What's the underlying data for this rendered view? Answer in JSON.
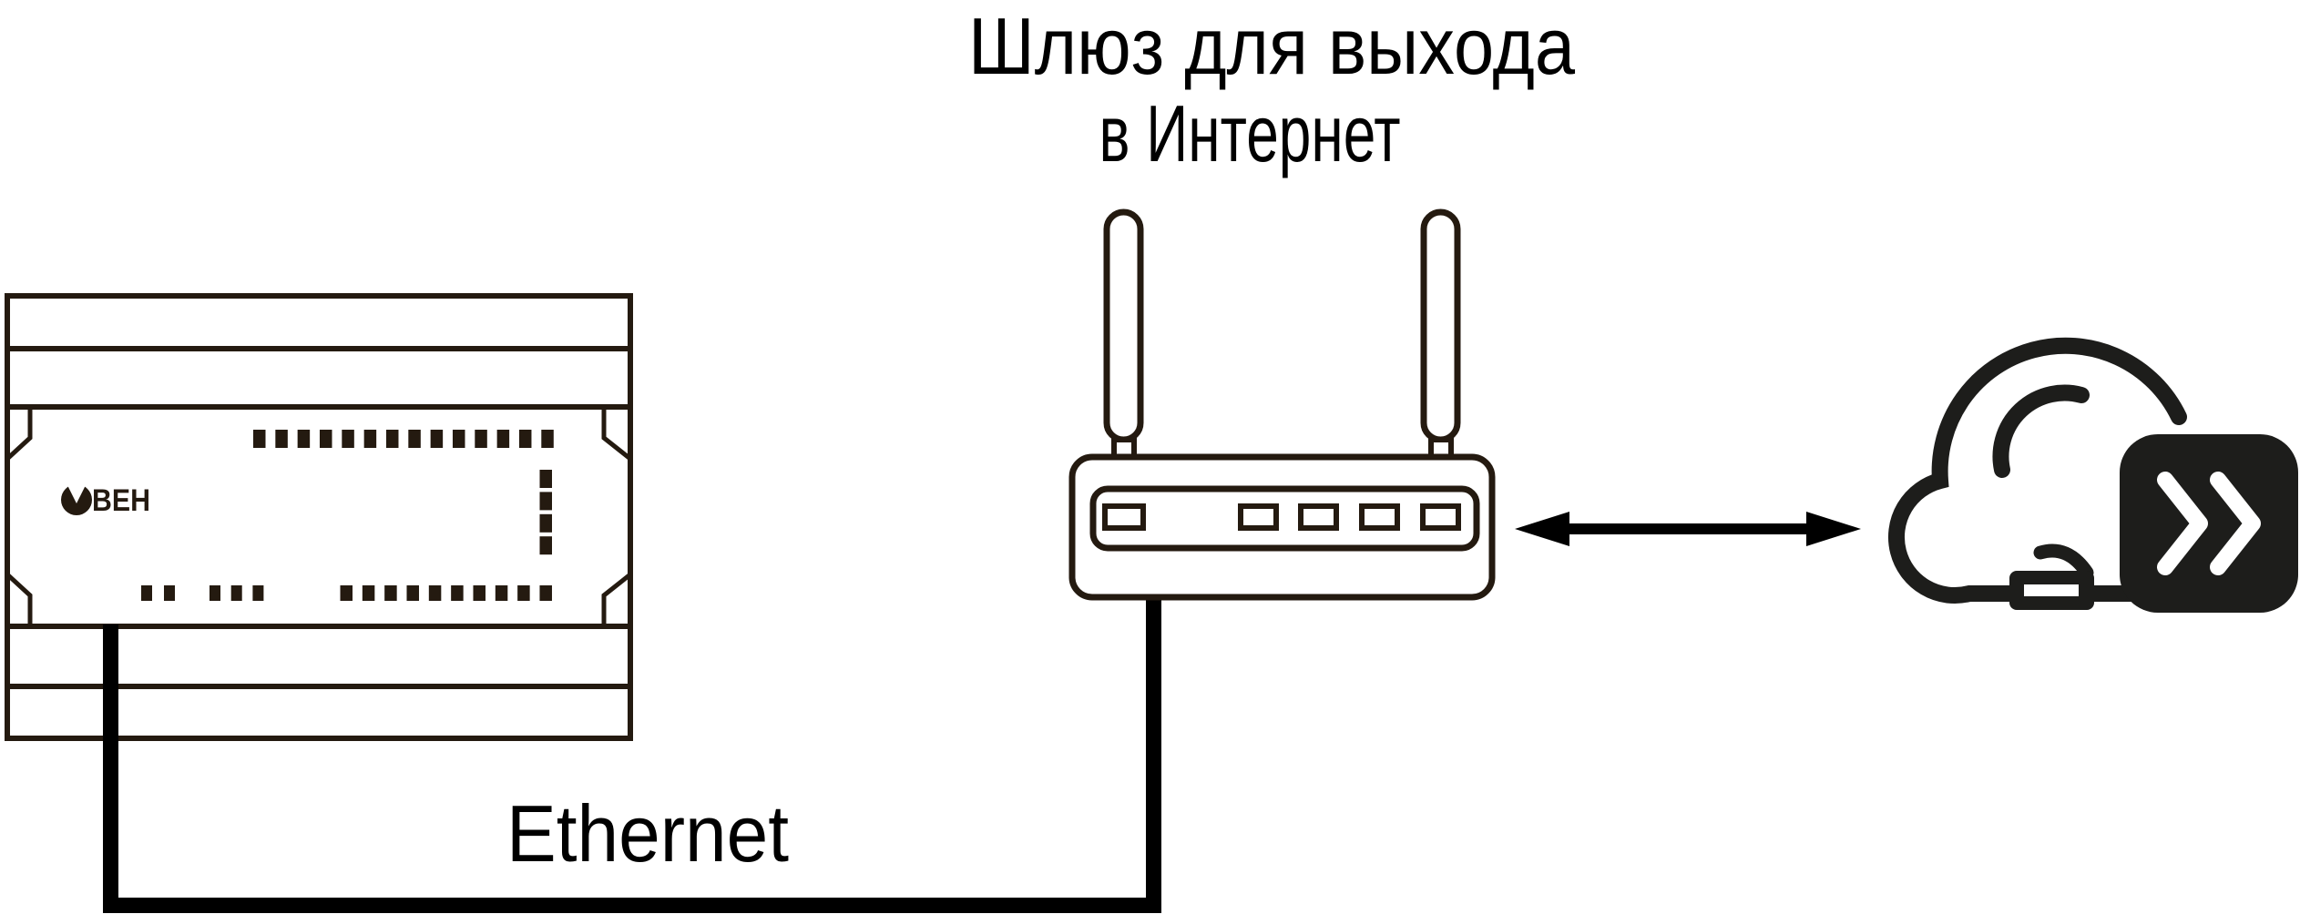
{
  "title": {
    "line1": "Шлюз для выхода",
    "line2": "в Интернет"
  },
  "labels": {
    "ethernet": "Ethernet"
  },
  "plc": {
    "brand": "ОВЕН",
    "brand_letters": "ВЕН"
  },
  "colors": {
    "device_outline": "#241a10",
    "cable": "#000000",
    "cloud_icon": "#1d1d1b",
    "text": "#000000",
    "background": "#ffffff"
  },
  "icons": {
    "plc_module": "owen-plc-line-drawing",
    "owen_logo_o": "circle-with-v-notch",
    "wifi_router": "router-with-two-antennas-line-drawing",
    "bidirectional_arrow": "double-headed-horizontal-arrow",
    "owencloud": "cloud-with-ethernet-plug",
    "double_chevron": "white-double-chevron-right-on-black-rounded-square"
  }
}
